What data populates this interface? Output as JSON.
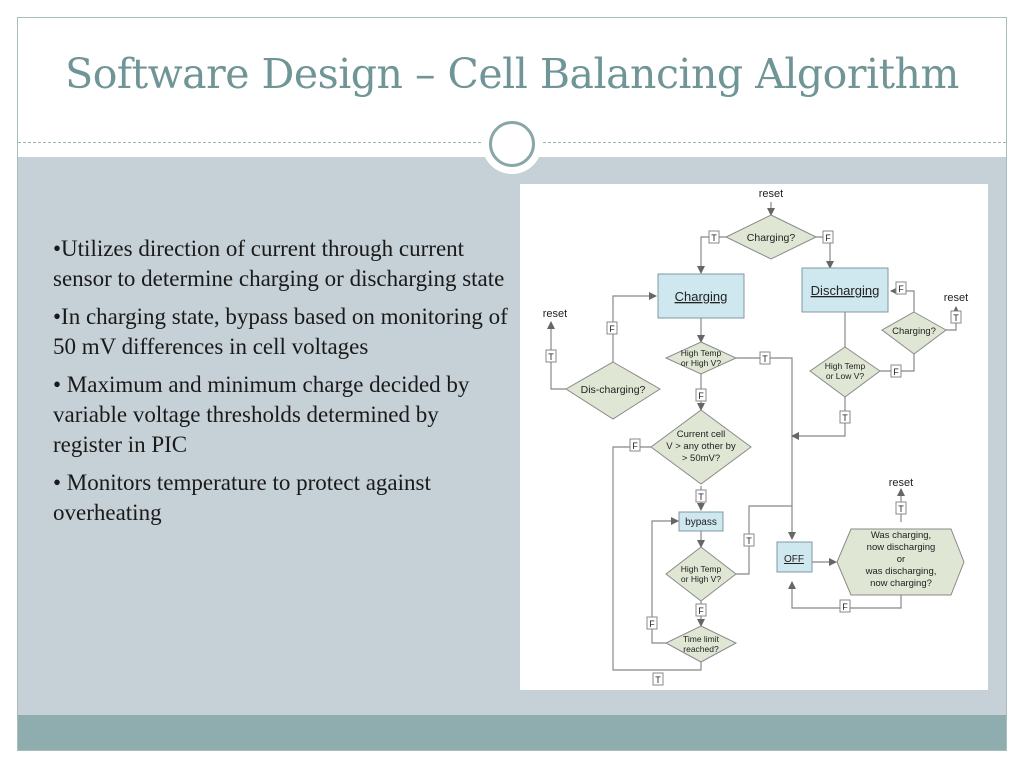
{
  "slide": {
    "title": "Software Design – Cell Balancing Algorithm",
    "bullets": [
      "•Utilizes direction of current through current sensor to determine charging or discharging state",
      "•In charging state, bypass based on monitoring of 50 mV differences in cell voltages",
      "• Maximum and minimum charge decided by variable voltage thresholds determined by register in PIC",
      "• Monitors temperature to protect against overheating"
    ]
  },
  "flowchart": {
    "reset_top": "reset",
    "charging_q": "Charging?",
    "charging_box": "Charging",
    "discharging_box": "Discharging",
    "reset_left": "reset",
    "reset_right": "reset",
    "charging_q_right": "Charging?",
    "high_temp_high_v_1": [
      "High Temp",
      "or High V?"
    ],
    "high_temp_low_v": [
      "High Temp",
      "or Low V?"
    ],
    "dis_charging_q": "Dis-charging?",
    "current_cell": [
      "Current cell",
      "V > any other by",
      "> 50mV?"
    ],
    "bypass": "bypass",
    "high_temp_high_v_2": [
      "High Temp",
      "or High V?"
    ],
    "time_limit": [
      "Time limit",
      "reached?"
    ],
    "off": "OFF",
    "reset_hex": "reset",
    "was_charging": [
      "Was charging,",
      "now discharging",
      "or",
      "was discharging,",
      "now charging?"
    ],
    "t": "T",
    "f": "F"
  },
  "colors": {
    "title": "#6f9596",
    "panel": "#c5d0d7",
    "footer": "#8fadae",
    "process_fill": "#cfe7ee",
    "decision_fill": "#dfe6d3"
  }
}
